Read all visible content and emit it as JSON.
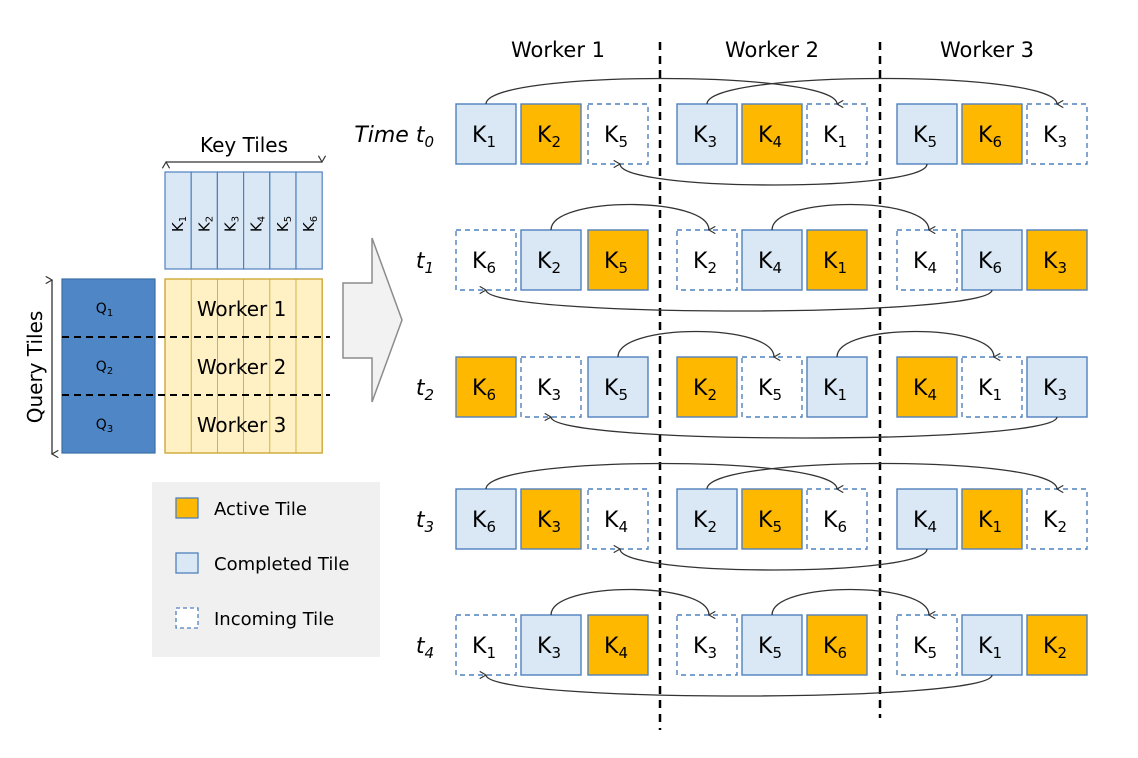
{
  "workers": [
    "Worker 1",
    "Worker 2",
    "Worker 3"
  ],
  "time_labels": [
    {
      "prefix": "Time ",
      "var": "t",
      "sub": "0"
    },
    {
      "prefix": "",
      "var": "t",
      "sub": "1"
    },
    {
      "prefix": "",
      "var": "t",
      "sub": "2"
    },
    {
      "prefix": "",
      "var": "t",
      "sub": "3"
    },
    {
      "prefix": "",
      "var": "t",
      "sub": "4"
    }
  ],
  "tile_letter": "K",
  "rows": [
    [
      [
        "c",
        1
      ],
      [
        "a",
        2
      ],
      [
        "i",
        5
      ],
      [
        "c",
        3
      ],
      [
        "a",
        4
      ],
      [
        "i",
        1
      ],
      [
        "c",
        5
      ],
      [
        "a",
        6
      ],
      [
        "i",
        3
      ]
    ],
    [
      [
        "i",
        6
      ],
      [
        "c",
        2
      ],
      [
        "a",
        5
      ],
      [
        "i",
        2
      ],
      [
        "c",
        4
      ],
      [
        "a",
        1
      ],
      [
        "i",
        4
      ],
      [
        "c",
        6
      ],
      [
        "a",
        3
      ]
    ],
    [
      [
        "a",
        6
      ],
      [
        "i",
        3
      ],
      [
        "c",
        5
      ],
      [
        "a",
        2
      ],
      [
        "i",
        5
      ],
      [
        "c",
        1
      ],
      [
        "a",
        4
      ],
      [
        "i",
        1
      ],
      [
        "c",
        3
      ]
    ],
    [
      [
        "c",
        6
      ],
      [
        "a",
        3
      ],
      [
        "i",
        4
      ],
      [
        "c",
        2
      ],
      [
        "a",
        5
      ],
      [
        "i",
        6
      ],
      [
        "c",
        4
      ],
      [
        "a",
        1
      ],
      [
        "i",
        2
      ]
    ],
    [
      [
        "i",
        1
      ],
      [
        "c",
        3
      ],
      [
        "a",
        4
      ],
      [
        "i",
        3
      ],
      [
        "c",
        5
      ],
      [
        "a",
        6
      ],
      [
        "i",
        5
      ],
      [
        "c",
        1
      ],
      [
        "a",
        2
      ]
    ]
  ],
  "left_diagram": {
    "key_tiles_label": "Key Tiles",
    "query_tiles_label": "Query Tiles",
    "key_tiles": [
      "1",
      "2",
      "3",
      "4",
      "5",
      "6"
    ],
    "query_tiles": [
      "1",
      "2",
      "3"
    ],
    "query_letter": "Q",
    "worker_rows": [
      "Worker 1",
      "Worker 2",
      "Worker 3"
    ]
  },
  "legend": {
    "active": "Active Tile",
    "completed": "Completed Tile",
    "incoming": "Incoming Tile"
  },
  "colors": {
    "active": "#ffb800",
    "completed": "#dae8f6",
    "border": "#4f81bd",
    "query": "#4f86c6",
    "worker_fill": "#fff1c4",
    "worker_border": "#c9a227",
    "legend_bg": "#f0f0f0",
    "arrow_fill": "#f2f2f2",
    "arrow_stroke": "#8c8c8c"
  }
}
